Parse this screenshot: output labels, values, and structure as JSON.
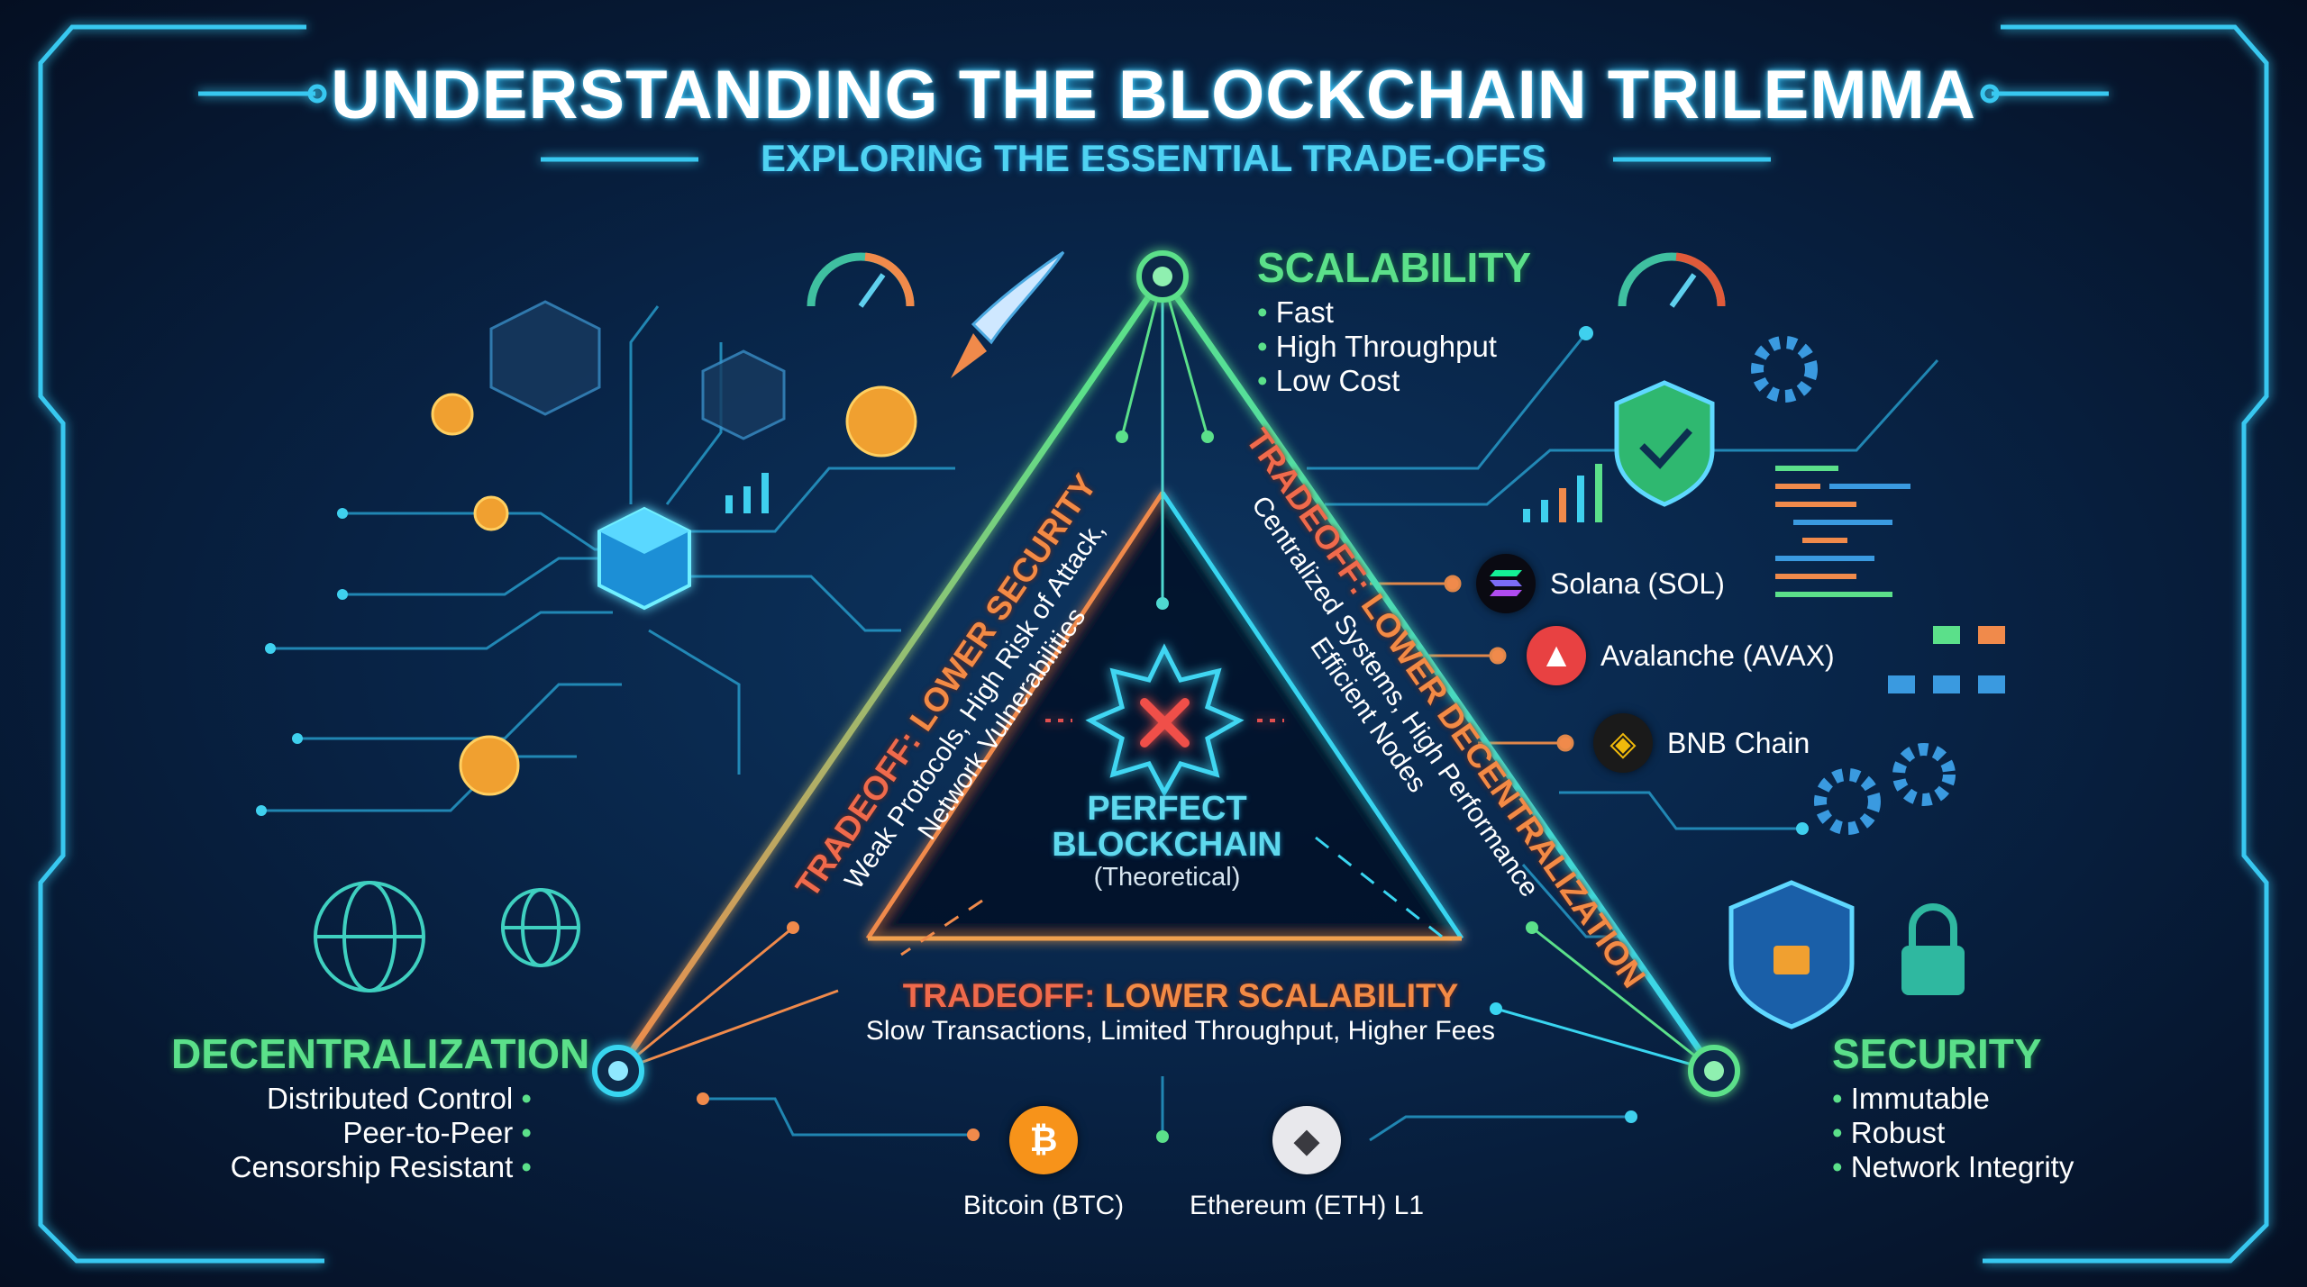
{
  "header": {
    "title": "UNDERSTANDING THE BLOCKCHAIN TRILEMMA",
    "subtitle": "EXPLORING THE ESSENTIAL TRADE-OFFS"
  },
  "pillars": {
    "scalability": {
      "title": "SCALABILITY",
      "bullets": [
        "Fast",
        "High Throughput",
        "Low Cost"
      ]
    },
    "decentralization": {
      "title": "DECENTRALIZATION",
      "bullets": [
        "Distributed Control",
        "Peer-to-Peer",
        "Censorship Resistant"
      ]
    },
    "security": {
      "title": "SECURITY",
      "bullets": [
        "Immutable",
        "Robust",
        "Network Integrity"
      ]
    }
  },
  "tradeoffs": {
    "left": {
      "prefix": "TRADEOFF:",
      "highlight": "LOWER SECURITY",
      "lines": [
        "Weak Protocols, High Risk of Attack,",
        "Network Vulnerabilities"
      ]
    },
    "right": {
      "prefix": "TRADEOFF:",
      "highlight": "LOWER DECENTRALIZATION",
      "lines": [
        "Centralized Systems, High Performance",
        "Efficient Nodes"
      ]
    },
    "bottom": {
      "prefix": "TRADEOFF:",
      "highlight": "LOWER SCALABILITY",
      "lines": [
        "Slow Transactions, Limited Throughput, Higher Fees"
      ]
    }
  },
  "center": {
    "line1": "PERFECT",
    "line2": "BLOCKCHAIN",
    "note": "(Theoretical)",
    "icon": "x-mark-star-icon"
  },
  "chains": {
    "solana": {
      "label": "Solana (SOL)",
      "icon": "solana-logo"
    },
    "avalanche": {
      "label": "Avalanche (AVAX)",
      "icon": "avalanche-logo",
      "glyph": "▲"
    },
    "bnb": {
      "label": "BNB Chain",
      "icon": "bnb-logo",
      "glyph": "◈"
    },
    "bitcoin": {
      "label": "Bitcoin (BTC)",
      "icon": "bitcoin-logo",
      "glyph": "₿"
    },
    "ethereum": {
      "label": "Ethereum (ETH) L1",
      "icon": "ethereum-logo",
      "glyph": "◆"
    }
  },
  "colors": {
    "cyan": "#39d5f0",
    "green": "#5be08a",
    "orange": "#f08a4b",
    "tradeoff": "#f06a4c",
    "background": "#082447"
  }
}
